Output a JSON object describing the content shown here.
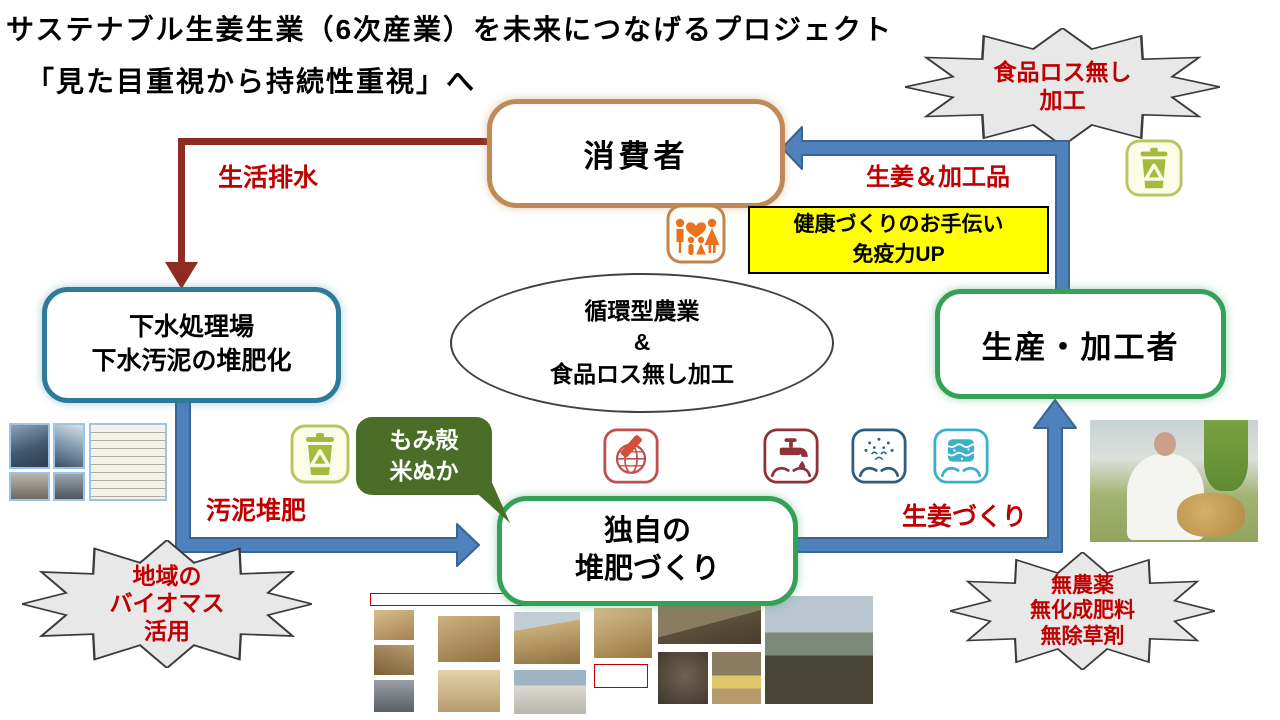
{
  "title": {
    "line1": "サステナブル生姜生業（6次産業）を未来につなげるプロジェクト",
    "line2": "「見た目重視から持続性重視」へ"
  },
  "nodes": {
    "consumer": {
      "label": "消費者"
    },
    "sewage_plant": {
      "line1": "下水処理場",
      "line2": "下水汚泥の堆肥化"
    },
    "producer": {
      "label": "生産・加工者"
    },
    "compost_making": {
      "line1": "独自の",
      "line2": "堆肥づくり"
    },
    "cycle_ellipse": {
      "line1": "循環型農業",
      "line2": "&",
      "line3": "食品ロス無し加工"
    }
  },
  "flow_labels": {
    "wastewater": "生活排水",
    "ginger_and_products": "生姜＆加工品",
    "sludge_compost": "汚泥堆肥",
    "ginger_growing": "生姜づくり"
  },
  "callouts": {
    "health_note": {
      "line1": "健康づくりのお手伝い",
      "line2": "免疫力UP"
    },
    "rice_husk_bubble": {
      "line1": "もみ殻",
      "line2": "米ぬか"
    }
  },
  "starbursts": {
    "no_food_loss": {
      "line1": "食品ロス無し",
      "line2": "加工"
    },
    "local_biomass": {
      "line1": "地域の",
      "line2": "バイオマス",
      "line3": "活用"
    },
    "chemical_free": {
      "line1": "無農薬",
      "line2": "無化成肥料",
      "line3": "無除草剤"
    }
  },
  "icons": {
    "recycle_top": "recycle-bin-icon",
    "family": "family-heart-icon",
    "recycle_mid": "recycle-bin-icon",
    "globe": "globe-environment-icon",
    "faucet": "water-saving-icon",
    "biodiversity": "biodiversity-hands-icon",
    "soil_water": "clean-water-hands-icon"
  },
  "photos": {
    "left_collage": "sewage-plant-photo-collage",
    "handwritten_note": "handwritten-note-photo",
    "compost_process": "compost-process-photo-collage",
    "field_work": "field-work-photo-collage",
    "farmer": "farmer-with-ginger-photo"
  },
  "colors": {
    "accent_red_text": "#c00000",
    "dark_red_arrow": "#8e2b22",
    "blue_arrow_fill": "#4f81bd",
    "blue_arrow_stroke": "#3a6494",
    "consumer_border": "#bf8a56",
    "sewage_border": "#2e7a99",
    "green_border": "#35a157",
    "highlight_yellow": "#ffff00",
    "bubble_green": "#4a6e28",
    "starburst_fill": "#e8e8e8"
  }
}
